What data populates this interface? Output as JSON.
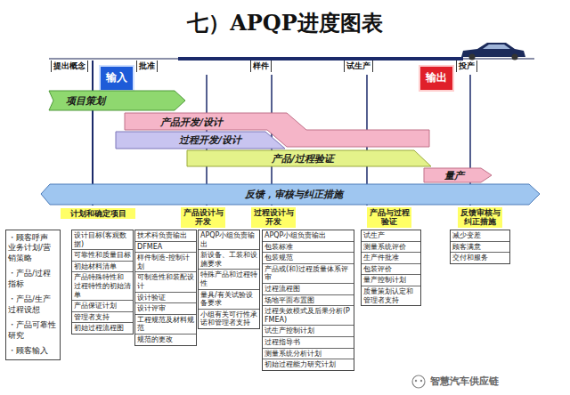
{
  "diagram": {
    "title": "七）APQP进度图表",
    "nodes": [
      {
        "text": [
          "输入"
        ]
      },
      {
        "text": [
          "输出"
        ]
      },
      {
        "text": [
          "项目策划"
        ]
      },
      {
        "text": [
          "产品开发/设计"
        ]
      },
      {
        "text": [
          "过程开发/设计"
        ]
      },
      {
        "text": [
          "产品/过程验证"
        ]
      },
      {
        "text": [
          "量产"
        ]
      },
      {
        "text": [
          "反馈，审核与纠正措施"
        ]
      },
      {
        "text": [
          "计划和确定项目"
        ]
      },
      {
        "text": [
          "产品设计与开发"
        ]
      },
      {
        "text": [
          "过程设计与开发"
        ]
      },
      {
        "text": [
          "产品与过程验证"
        ]
      },
      {
        "text": [
          "反馈审核与纠正措施"
        ]
      },
      {
        "text": [
          "・顾客呼声 业务计划/营销策略",
          "・产品/过程指标",
          "・产品/生产过程设想",
          "・产品可靠性研究",
          "・顾客输入"
        ]
      },
      {
        "text": [
          "设计目标(客观数据)",
          "可靠性和质量目标",
          "初始材料清单",
          "产品特殊特性和 过程特性的初始清单",
          "产品保证计划",
          "管理者支持",
          "初始过程流程图"
        ]
      },
      {
        "text": [
          "技术科负责输出",
          "DFMEA",
          "样件制造-控制计划",
          "可制造性和装配设计",
          "设计验证",
          "设计评审",
          "工程规范及材料规范",
          "规范的更改"
        ]
      },
      {
        "text": [
          "APQP小组负责输出",
          "新设备、工装和设施要求",
          "特殊产品和过程特性",
          "量具/有关试验设备要求",
          "小组有关可行性承诺和管理者支持"
        ]
      },
      {
        "text": [
          "APQP小组负责输出",
          "包装标准",
          "包装规范",
          "产品或(和)过程质量体系评审",
          "过程流程图",
          "场地平面布置图",
          "过程失效模式及后果分析(PFMEA)",
          "试生产控制计划",
          "过程指导书",
          "测量系统分析计划",
          "初始过程能力研究计划"
        ]
      },
      {
        "text": [
          "试生产",
          "测量系统评价",
          "生产件批准",
          "包装评价",
          "量产控制计划",
          "质量策划认定和管理者支持"
        ]
      },
      {
        "text": [
          "减少变差",
          "顾客满意",
          "交付和服务"
        ]
      }
    ],
    "labels": [
      "提出概念",
      "批准",
      "样件",
      "试生产",
      "投产",
      "智慧汽车供应链"
    ]
  }
}
